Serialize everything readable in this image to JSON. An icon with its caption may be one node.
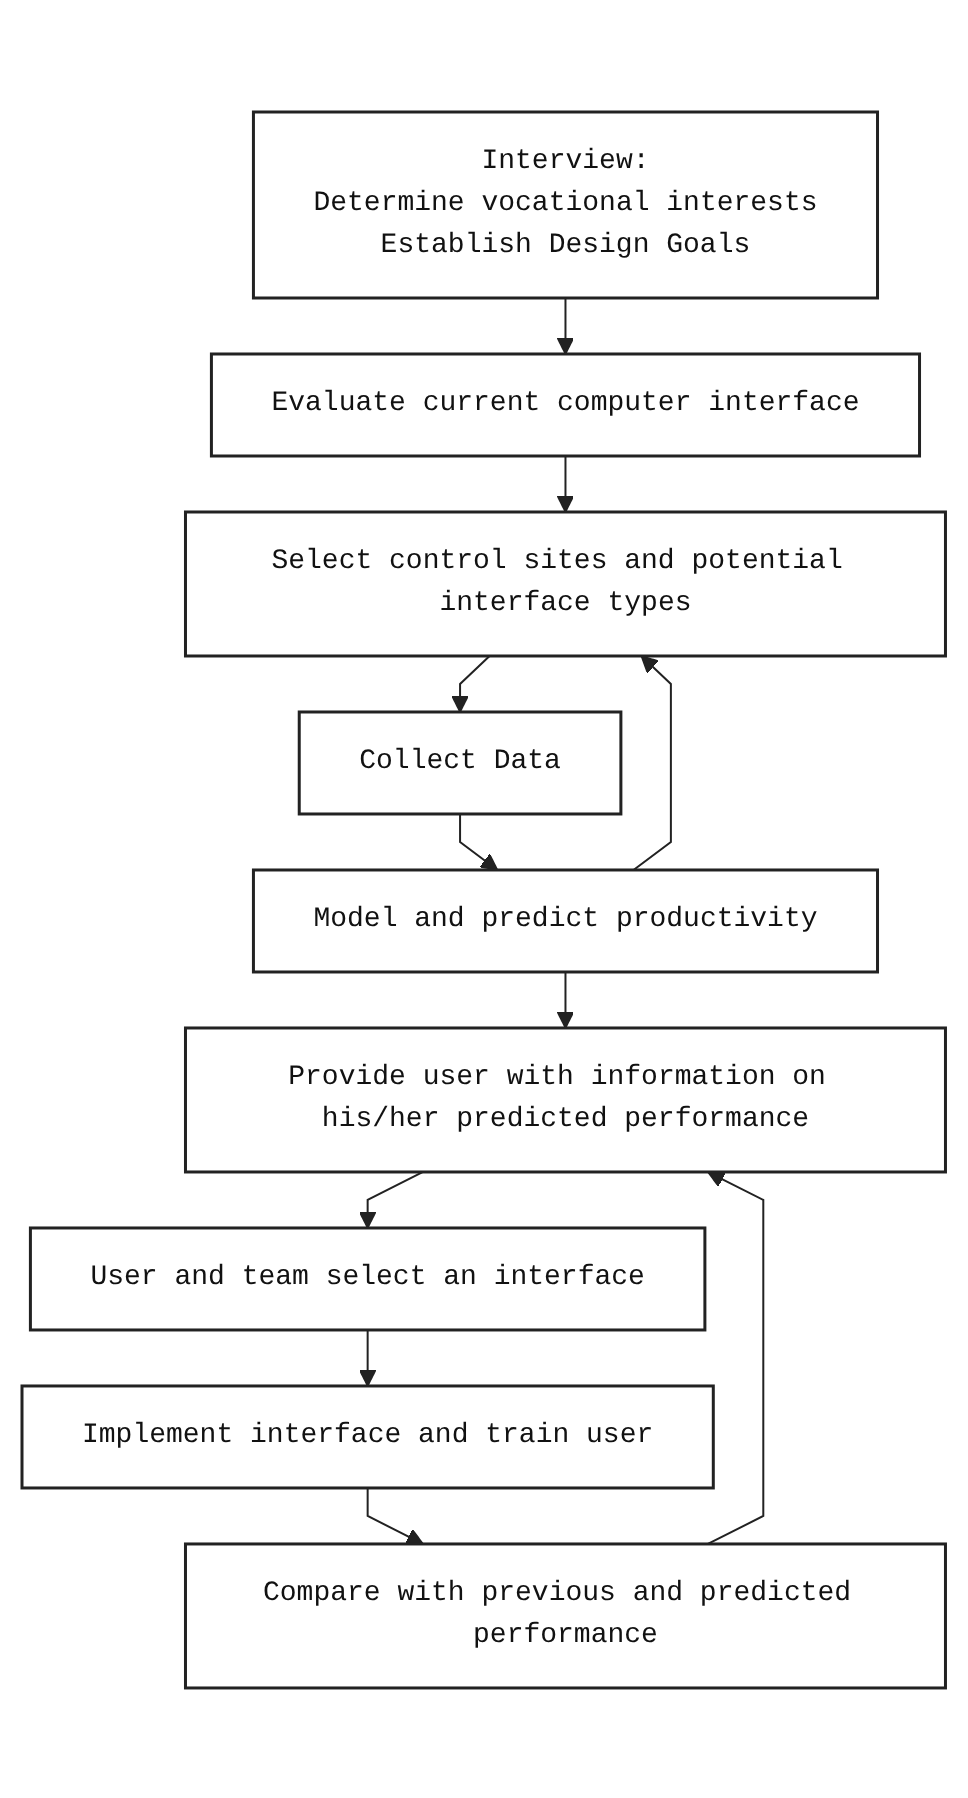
{
  "diagram": {
    "nodes": [
      {
        "text": [
          "Interview:",
          "Determine vocational interests",
          "Establish Design Goals"
        ]
      },
      {
        "text": [
          "Evaluate current computer interface"
        ]
      },
      {
        "text": [
          "Select control sites and potential interface types"
        ]
      },
      {
        "text": [
          "Collect Data"
        ]
      },
      {
        "text": [
          "Model and predict productivity"
        ]
      },
      {
        "text": [
          "Provide user with information on his/her predicted performance"
        ]
      },
      {
        "text": [
          "User and team select an interface"
        ]
      },
      {
        "text": [
          "Implement interface and train user"
        ]
      },
      {
        "text": [
          "Compare with previous and predicted performance"
        ]
      }
    ],
    "edges": [
      {
        "from": 0,
        "to": 1,
        "arrow": "to"
      },
      {
        "from": 1,
        "to": 2,
        "arrow": "to"
      },
      {
        "from": 2,
        "to": 3,
        "arrow": "to"
      },
      {
        "from": 3,
        "to": 4,
        "arrow": "to"
      },
      {
        "from": 4,
        "to": 2,
        "arrow": "to"
      },
      {
        "from": 4,
        "to": 5,
        "arrow": "to"
      },
      {
        "from": 5,
        "to": 6,
        "arrow": "to"
      },
      {
        "from": 6,
        "to": 7,
        "arrow": "to"
      },
      {
        "from": 7,
        "to": 8,
        "arrow": "to"
      },
      {
        "from": 8,
        "to": 5,
        "arrow": "to"
      }
    ]
  }
}
